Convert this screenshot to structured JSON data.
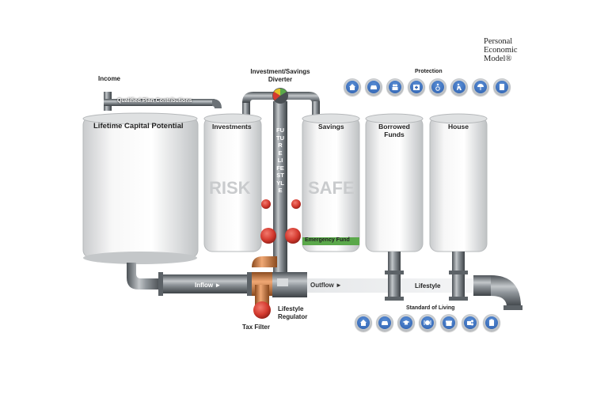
{
  "brand": {
    "line1": "Personal",
    "line2": "Economic",
    "line3": "Model®"
  },
  "labels": {
    "income": "Income",
    "qualified_plan": "Qualified Plan Contributions",
    "diverter": "Investment/Savings Diverter",
    "lifetime_capital": "Lifetime Capital Potential",
    "investments": "Investments",
    "savings": "Savings",
    "borrowed_funds": "Borrowed Funds",
    "house": "House",
    "risk": "RISK",
    "safe": "SAFE",
    "future_lifestyle": "FUTURE LIFESTYLE",
    "emergency_fund": "Emergency Fund",
    "inflow": "Inflow ►",
    "outflow": "Outflow ►",
    "lifestyle": "Lifestyle",
    "lifestyle_regulator": "Lifestyle Regulator",
    "tax_filter": "Tax Filter",
    "protection": "Protection",
    "standard_of_living": "Standard of Living"
  },
  "protection_icons": [
    "house-icon",
    "car-icon",
    "people-icon",
    "medical-icon",
    "disability-icon",
    "care-icon",
    "umbrella-icon",
    "document-icon"
  ],
  "living_icons": [
    "home-icon",
    "car-icon",
    "graduation-icon",
    "dining-icon",
    "gift-icon",
    "entertainment-icon",
    "clipboard-icon"
  ],
  "colors": {
    "steel": "#7f868c",
    "copper": "#c8763e",
    "valve_red": "#d43a2f",
    "emergency_green": "#5aa84a",
    "icon_blue": "#2f63b0"
  }
}
